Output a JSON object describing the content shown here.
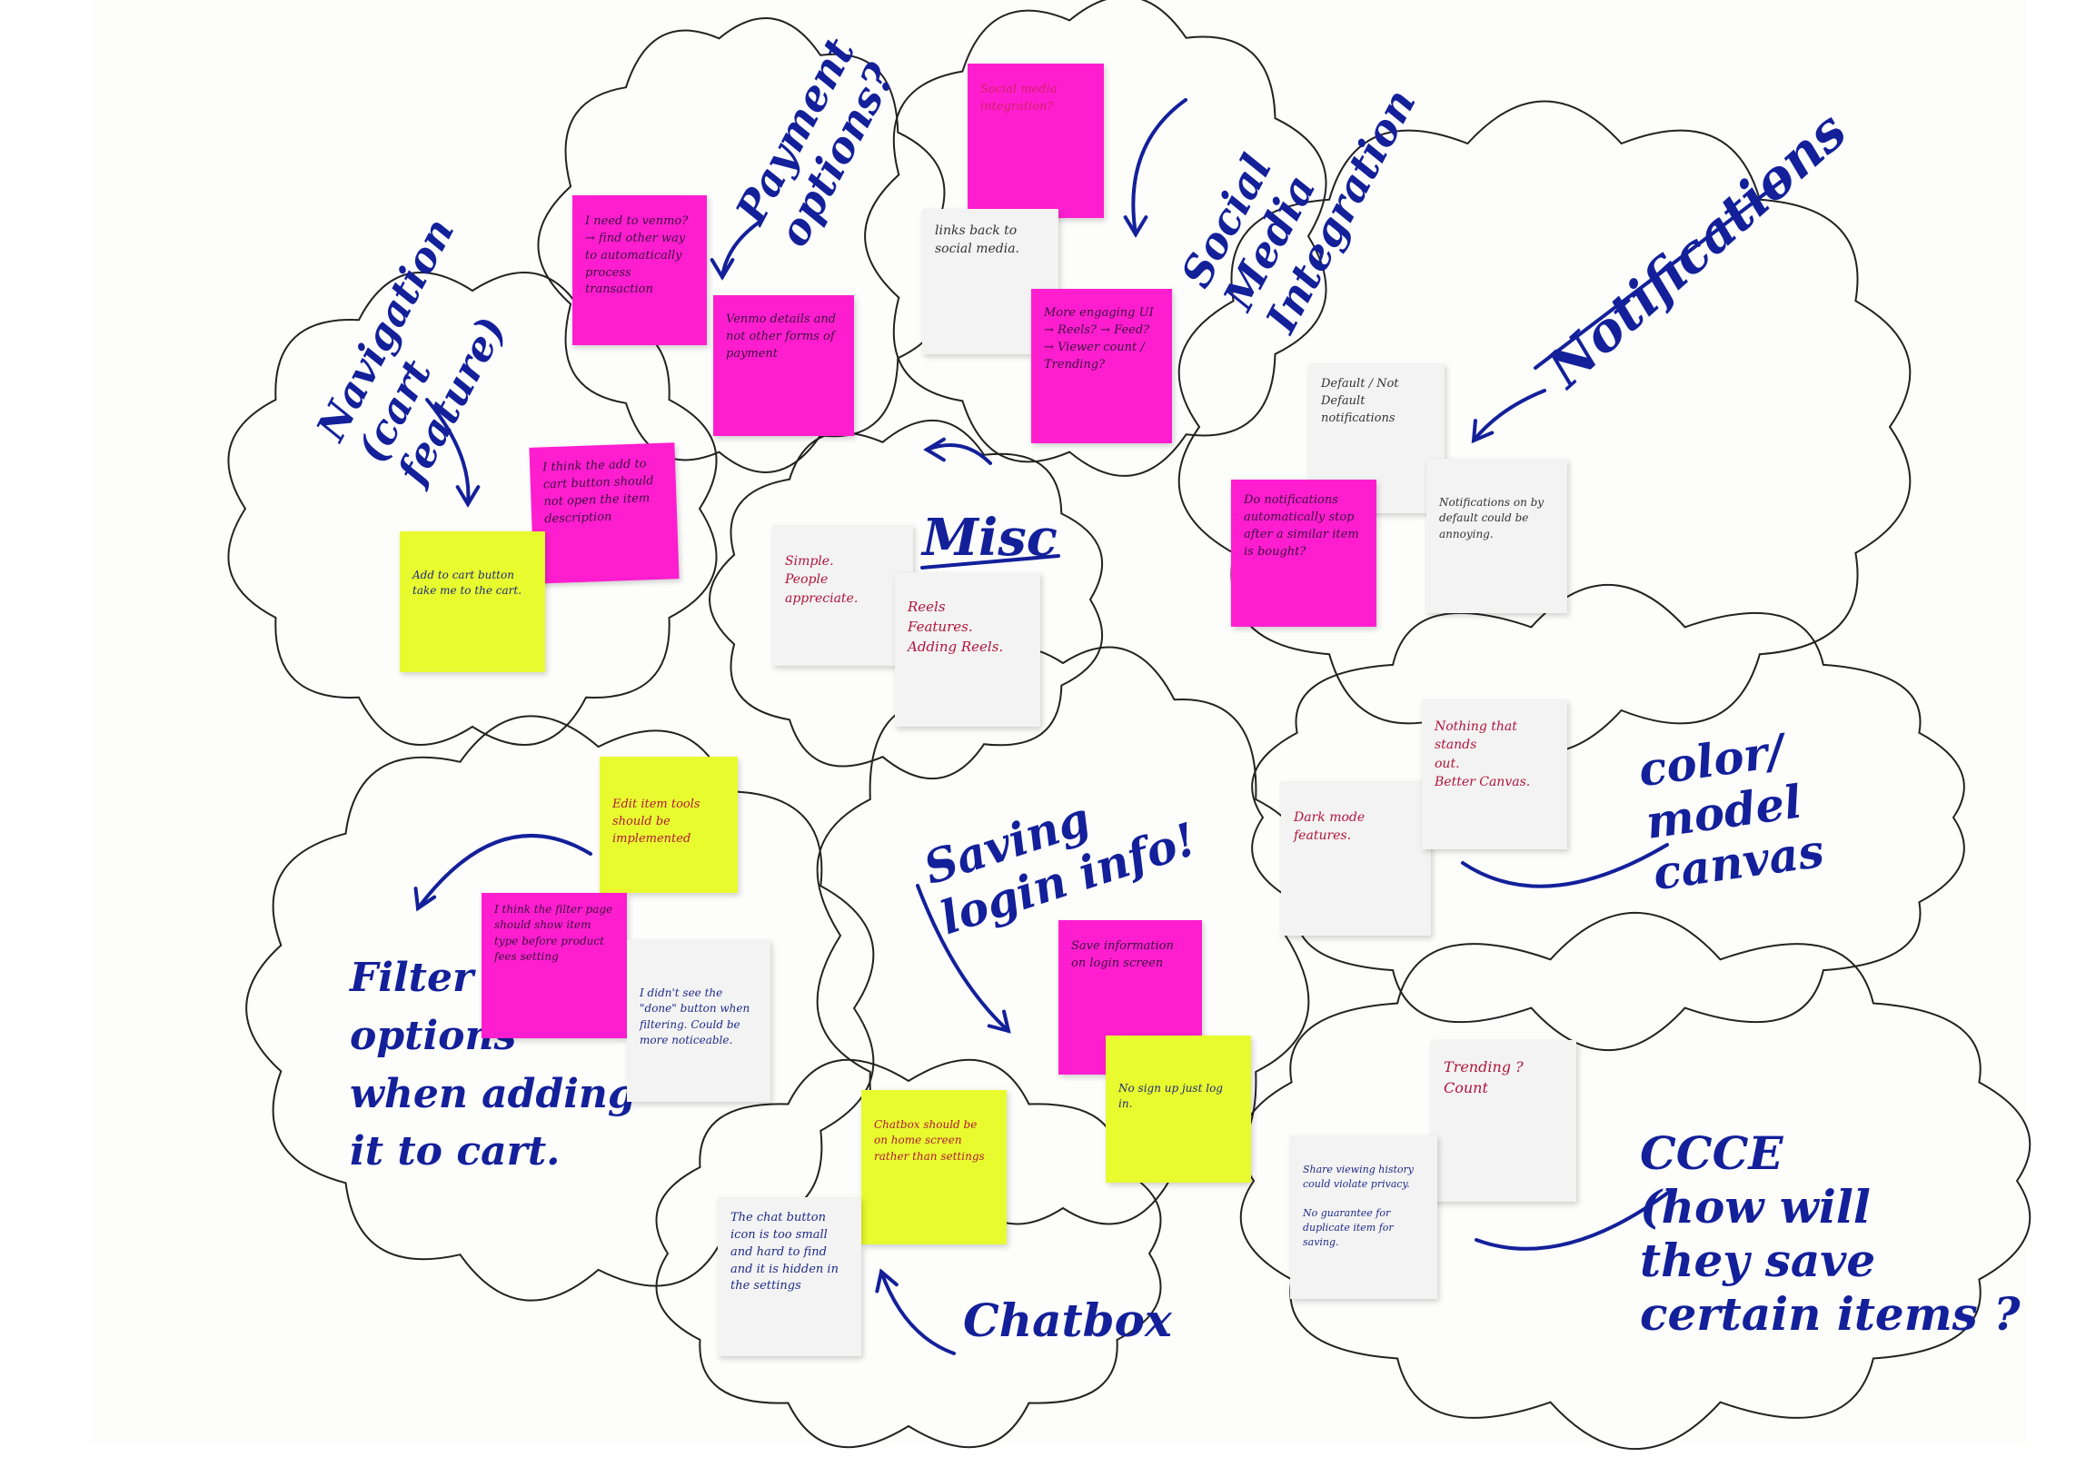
{
  "colors": {
    "pink": "#ff1ecf",
    "yellow": "#e8fb2e",
    "white": "#f3f3f3",
    "ink_blue": "#13209a",
    "ink_red": "#b0143c",
    "cloud_outline": "#222222"
  },
  "clusters": {
    "navigation": {
      "label": "Navigation\n(cart\nfeature)",
      "notes": [
        "I think the add to cart button should not open the item description",
        "Add to cart button take me to the cart."
      ]
    },
    "payment": {
      "label": "Payment\noptions?",
      "notes": [
        "I need to venmo? → find other way to automatically process transaction",
        "Venmo details and not other forms of payment"
      ]
    },
    "social": {
      "label": "Social\nMedia\nIntegration",
      "notes": [
        "Social media integration?",
        "links back to social media.",
        "More engaging UI → Reels? → Feed? → Viewer count / Trending?"
      ]
    },
    "notifications": {
      "label": "Notifications",
      "notes": [
        "Default / Not Default notifications",
        "Do notifications automatically stop after a similar item is bought?",
        "Notifications on by default could be annoying."
      ]
    },
    "misc": {
      "label": "Misc",
      "notes": [
        "Simple.\nPeople appreciate.",
        "Reels\nFeatures.\nAdding Reels."
      ]
    },
    "filter": {
      "label": "Filter\noptions\nwhen adding\nit to cart.",
      "notes": [
        "Edit item tools should be implemented",
        "I think the filter page should show item type before product fees setting",
        "I didn't see the \"done\" button when filtering. Could be more noticeable."
      ]
    },
    "login": {
      "label": "Saving\nlogin info!",
      "notes": [
        "Save information on login screen",
        "No sign up just log in."
      ]
    },
    "color": {
      "label": "color/\nmodel\ncanvas",
      "notes": [
        "Dark mode\nfeatures.",
        "Nothing that\nstands\nout.\nBetter Canvas."
      ]
    },
    "chatbox": {
      "label": "Chatbox",
      "notes": [
        "Chatbox should be on home screen rather than settings",
        "The chat button icon is too small and hard to find and it is hidden in the settings"
      ]
    },
    "ccce": {
      "label": "CCCE\n(how will\nthey save\ncertain items ?",
      "notes": [
        "Trending ?\nCount",
        "Share viewing history could violate privacy.\n\nNo guarantee for duplicate item for saving."
      ]
    }
  }
}
